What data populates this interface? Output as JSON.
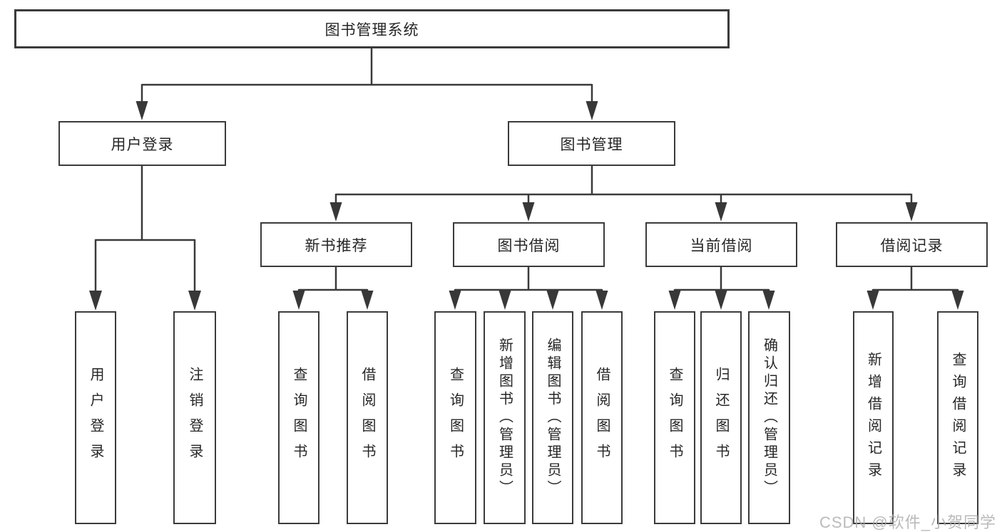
{
  "diagram": {
    "root": {
      "label": "图书管理系统"
    },
    "branches": [
      {
        "label": "用户登录",
        "children": [
          "用户登录",
          "注销登录"
        ]
      },
      {
        "label": "图书管理",
        "sections": [
          {
            "label": "新书推荐",
            "children": [
              "查询图书",
              "借阅图书"
            ]
          },
          {
            "label": "图书借阅",
            "children": [
              "查询图书",
              "新增图书（管理员）",
              "编辑图书（管理员）",
              "借阅图书"
            ]
          },
          {
            "label": "当前借阅",
            "children": [
              "查询图书",
              "归还图书",
              "确认归还（管理员）"
            ]
          },
          {
            "label": "借阅记录",
            "children": [
              "新增借阅记录",
              "查询借阅记录"
            ]
          }
        ]
      }
    ]
  },
  "colors": {
    "line": "#3a3a3a",
    "border": "#3b3b3b",
    "text": "#262626",
    "watermark": "#aaaaaa",
    "background": "#ffffff"
  },
  "watermark": "CSDN @软件_小贺同学"
}
